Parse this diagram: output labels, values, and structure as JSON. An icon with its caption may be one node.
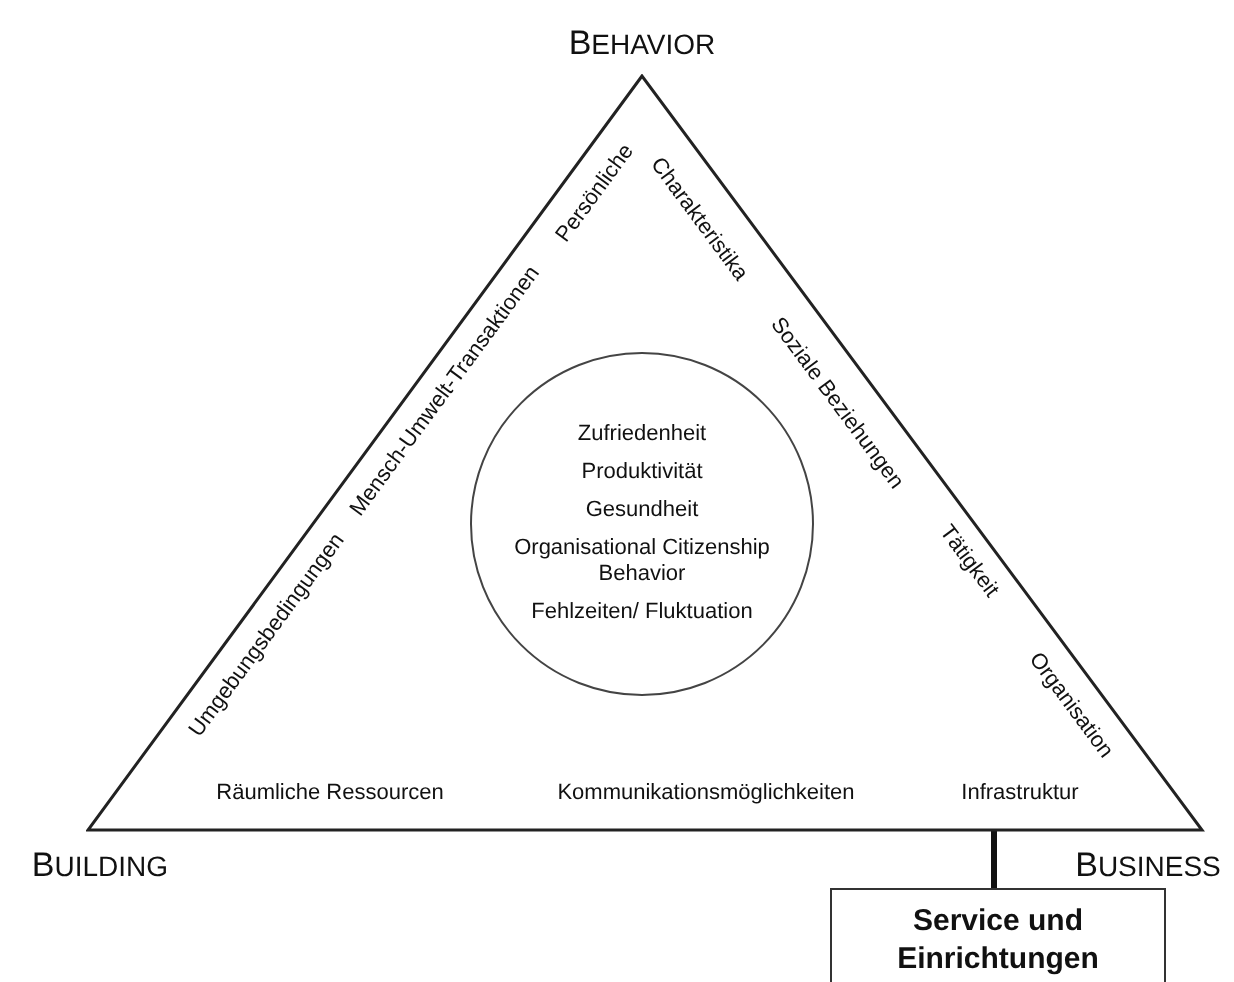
{
  "diagram": {
    "nodes": [
      {
        "text": [],
        "shape": "triangle"
      },
      {
        "text": [
          "Zufriedenheit",
          "Produktivität",
          "Gesundheit",
          "Organisational Citizenship Behavior",
          "Fehlzeiten/ Fluktuation"
        ],
        "in": 0
      },
      {
        "text": [
          "Service und Einrichtungen"
        ]
      }
    ],
    "edges": [
      {
        "from": 0,
        "to": 2,
        "arrow": "none"
      }
    ],
    "labels": [
      "BEHAVIOR",
      "Persönliche",
      "Charakteristika",
      "Mensch-Umwelt-Transaktionen",
      "Soziale Beziehungen",
      "Umgebungsbedingungen",
      "Tätigkeit",
      "Organisation",
      "Räumliche Ressourcen",
      "Kommunikationsmöglichkeiten",
      "Infrastruktur",
      "BUILDING",
      "BUSINESS"
    ]
  }
}
